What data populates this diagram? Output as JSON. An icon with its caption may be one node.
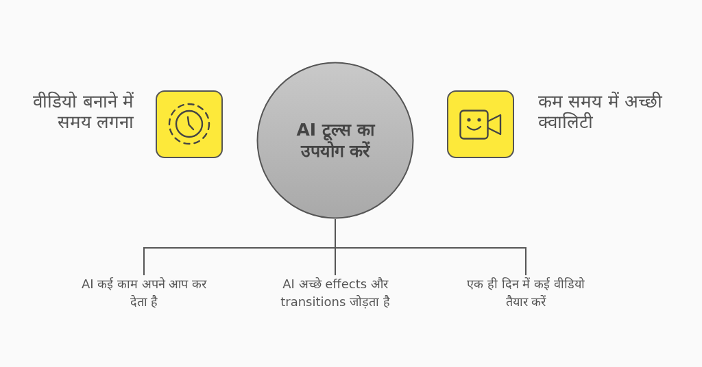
{
  "diagram": {
    "nodes": [
      {
        "text": [],
        "shape": "box",
        "beside": [
          "वीडियो बनाने में समय लगना"
        ]
      },
      {
        "text": [
          "AI टूल्स का उपयोग करें"
        ]
      },
      {
        "text": [],
        "shape": "box",
        "beside": [
          "कम समय में अच्छी क्वालिटी"
        ]
      },
      {
        "text": [
          "AI कई काम अपने आप कर देता है"
        ]
      },
      {
        "text": [
          "AI अच्छे effects और transitions जोड़ता है"
        ]
      },
      {
        "text": [
          "एक ही दिन में कई वीडियो तैयार करें"
        ]
      }
    ],
    "edges": [
      {
        "from": 1,
        "to": 3,
        "arrow": "none"
      },
      {
        "from": 1,
        "to": 4,
        "arrow": "none"
      },
      {
        "from": 1,
        "to": 5,
        "arrow": "none"
      }
    ]
  }
}
